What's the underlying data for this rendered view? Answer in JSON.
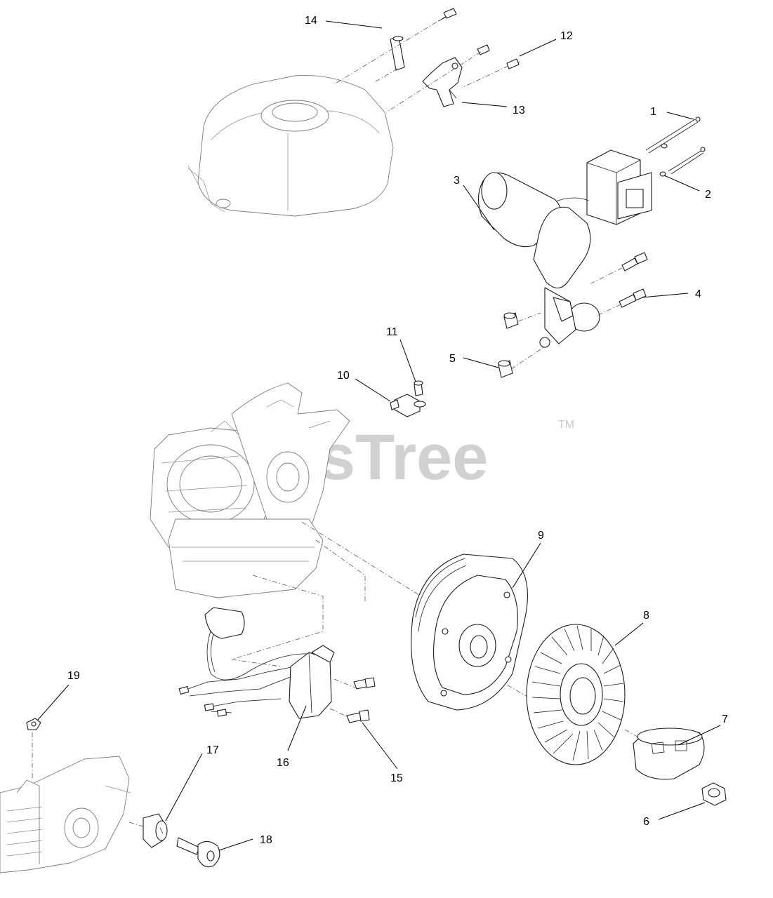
{
  "watermark": {
    "text": "PartsTree",
    "trademark": "TM"
  },
  "callouts": [
    {
      "id": "1",
      "label": "1"
    },
    {
      "id": "2",
      "label": "2"
    },
    {
      "id": "3",
      "label": "3"
    },
    {
      "id": "4",
      "label": "4"
    },
    {
      "id": "5",
      "label": "5"
    },
    {
      "id": "6",
      "label": "6"
    },
    {
      "id": "7",
      "label": "7"
    },
    {
      "id": "8",
      "label": "8"
    },
    {
      "id": "9",
      "label": "9"
    },
    {
      "id": "10",
      "label": "10"
    },
    {
      "id": "11",
      "label": "11"
    },
    {
      "id": "12",
      "label": "12"
    },
    {
      "id": "13",
      "label": "13"
    },
    {
      "id": "14",
      "label": "14"
    },
    {
      "id": "15",
      "label": "15"
    },
    {
      "id": "16",
      "label": "16"
    },
    {
      "id": "17",
      "label": "17"
    },
    {
      "id": "18",
      "label": "18"
    },
    {
      "id": "19",
      "label": "19"
    }
  ]
}
